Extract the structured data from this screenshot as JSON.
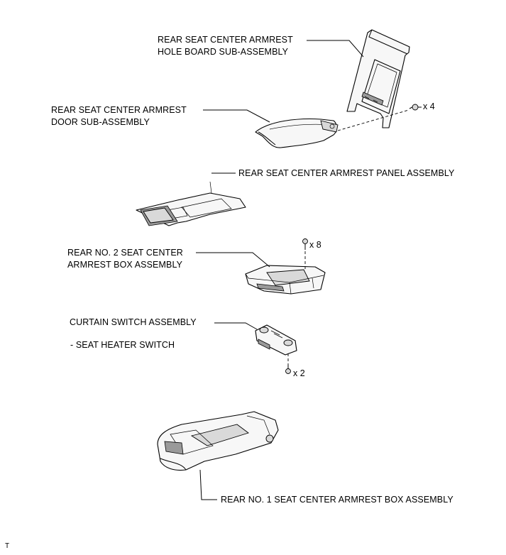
{
  "labels": {
    "hole_board": [
      "REAR SEAT CENTER ARMREST",
      "HOLE BOARD SUB-ASSEMBLY"
    ],
    "door": [
      "REAR SEAT CENTER ARMREST",
      "DOOR SUB-ASSEMBLY"
    ],
    "panel": "REAR SEAT CENTER ARMREST PANEL ASSEMBLY",
    "no2_box": [
      "REAR NO. 2 SEAT CENTER",
      "ARMREST BOX ASSEMBLY"
    ],
    "curtain_switch": "CURTAIN SWITCH ASSEMBLY",
    "seat_heater": "- SEAT HEATER SWITCH",
    "no1_box": "REAR NO. 1 SEAT CENTER ARMREST BOX ASSEMBLY",
    "corner_mark": "T"
  },
  "fasteners": {
    "screws_hole_board": "x 4",
    "screws_box": "x 8",
    "screws_switch": "x 2"
  }
}
